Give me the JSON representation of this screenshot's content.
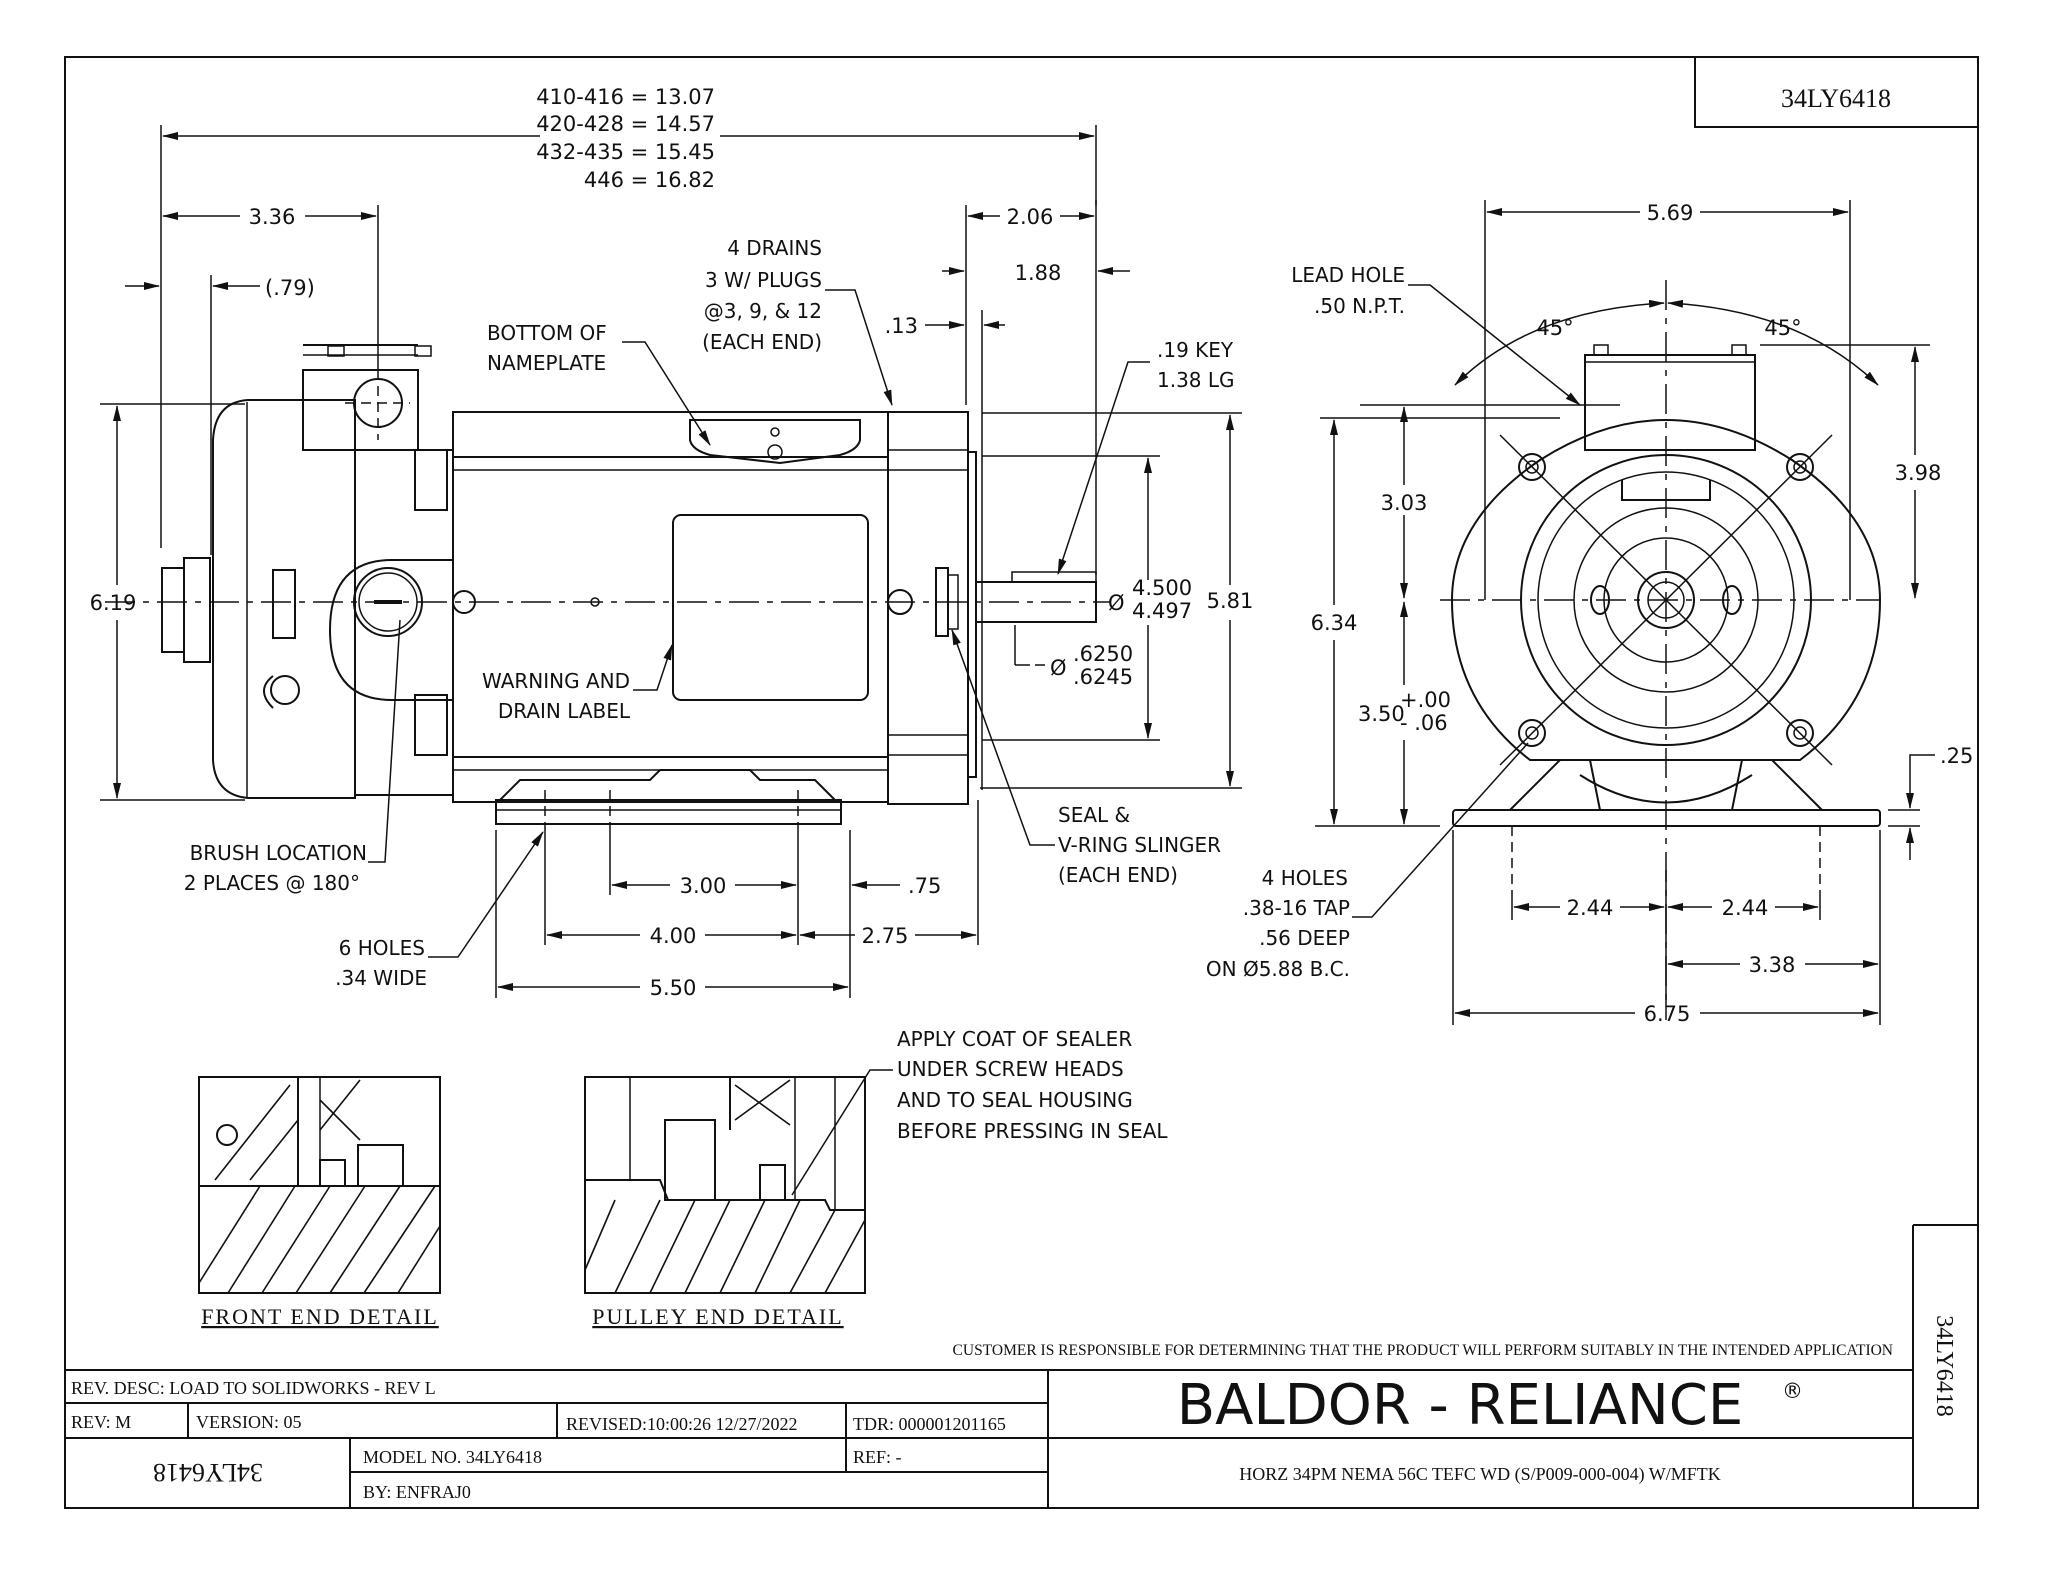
{
  "drawing": {
    "part_number": "34LY6418",
    "overall_length_dims": [
      "410-416 = 13.07",
      "420-428 = 14.57",
      "432-435 = 15.45",
      "446 = 16.82"
    ],
    "side_view": {
      "dims": {
        "d_336": "3.36",
        "d_079": "(.79)",
        "d_206": "2.06",
        "d_188": "1.88",
        "d_013": ".13",
        "d_619": "6.19",
        "d_581": "5.81",
        "pilot_dia_max": "4.500",
        "pilot_dia_min": "4.497",
        "shaft_dia_max": ".6250",
        "shaft_dia_min": ".6245",
        "dia_symbol": "Ø",
        "d_300": "3.00",
        "d_075": ".75",
        "d_400": "4.00",
        "d_275": "2.75",
        "d_550": "5.50"
      },
      "notes": {
        "drains": [
          "4 DRAINS",
          "3 W/ PLUGS",
          "@3, 9, & 12",
          "(EACH END)"
        ],
        "nameplate": [
          "BOTTOM OF",
          "NAMEPLATE"
        ],
        "key": [
          ".19 KEY",
          "1.38 LG"
        ],
        "warning_label": [
          "WARNING AND",
          "DRAIN LABEL"
        ],
        "brush": [
          "BRUSH LOCATION",
          "2 PLACES @ 180°"
        ],
        "holes": [
          "6 HOLES",
          ".34 WIDE"
        ],
        "seal": [
          "SEAL &",
          "V-RING SLINGER",
          "(EACH END)"
        ]
      }
    },
    "end_view": {
      "dims": {
        "d_569": "5.69",
        "angle_left": "45°",
        "angle_right": "45°",
        "d_398": "3.98",
        "d_303": "3.03",
        "d_634": "6.34",
        "d_350": "3.50",
        "tol_plus": "+.00",
        "tol_minus": "- .06",
        "d_025": ".25",
        "d_244_left": "2.44",
        "d_244_right": "2.44",
        "d_338": "3.38",
        "d_675": "6.75"
      },
      "notes": {
        "lead_hole": [
          "LEAD HOLE",
          ".50 N.P.T."
        ],
        "tap_holes": [
          "4 HOLES",
          ".38-16 TAP",
          ".56 DEEP",
          "ON Ø5.88 B.C."
        ]
      }
    },
    "details": {
      "sealer_note": [
        "APPLY COAT OF SEALER",
        "UNDER SCREW HEADS",
        "AND TO SEAL HOUSING",
        "BEFORE PRESSING IN SEAL"
      ],
      "front_end_title": "FRONT END DETAIL",
      "pulley_end_title": "PULLEY END DETAIL"
    },
    "disclaimer": "CUSTOMER IS RESPONSIBLE FOR DETERMINING THAT THE PRODUCT WILL PERFORM SUITABLY IN THE INTENDED APPLICATION"
  },
  "title_block": {
    "rev_desc": "REV. DESC: LOAD TO SOLIDWORKS - REV L",
    "rev": "REV:  M",
    "version": "VERSION: 05",
    "revised": "REVISED:10:00:26 12/27/2022",
    "tdr": "TDR: 000001201165",
    "mirrored_part": "34LY6418",
    "model_no": "MODEL NO. 34LY6418",
    "ref": "REF:  -",
    "by": "BY:    ENFRAJ0",
    "brand": "BALDOR - RELIANCE",
    "brand_mark": "®",
    "description": "HORZ 34PM NEMA 56C TEFC WD (S/P009-000-004) W/MFTK",
    "side_part": "34LY6418"
  }
}
